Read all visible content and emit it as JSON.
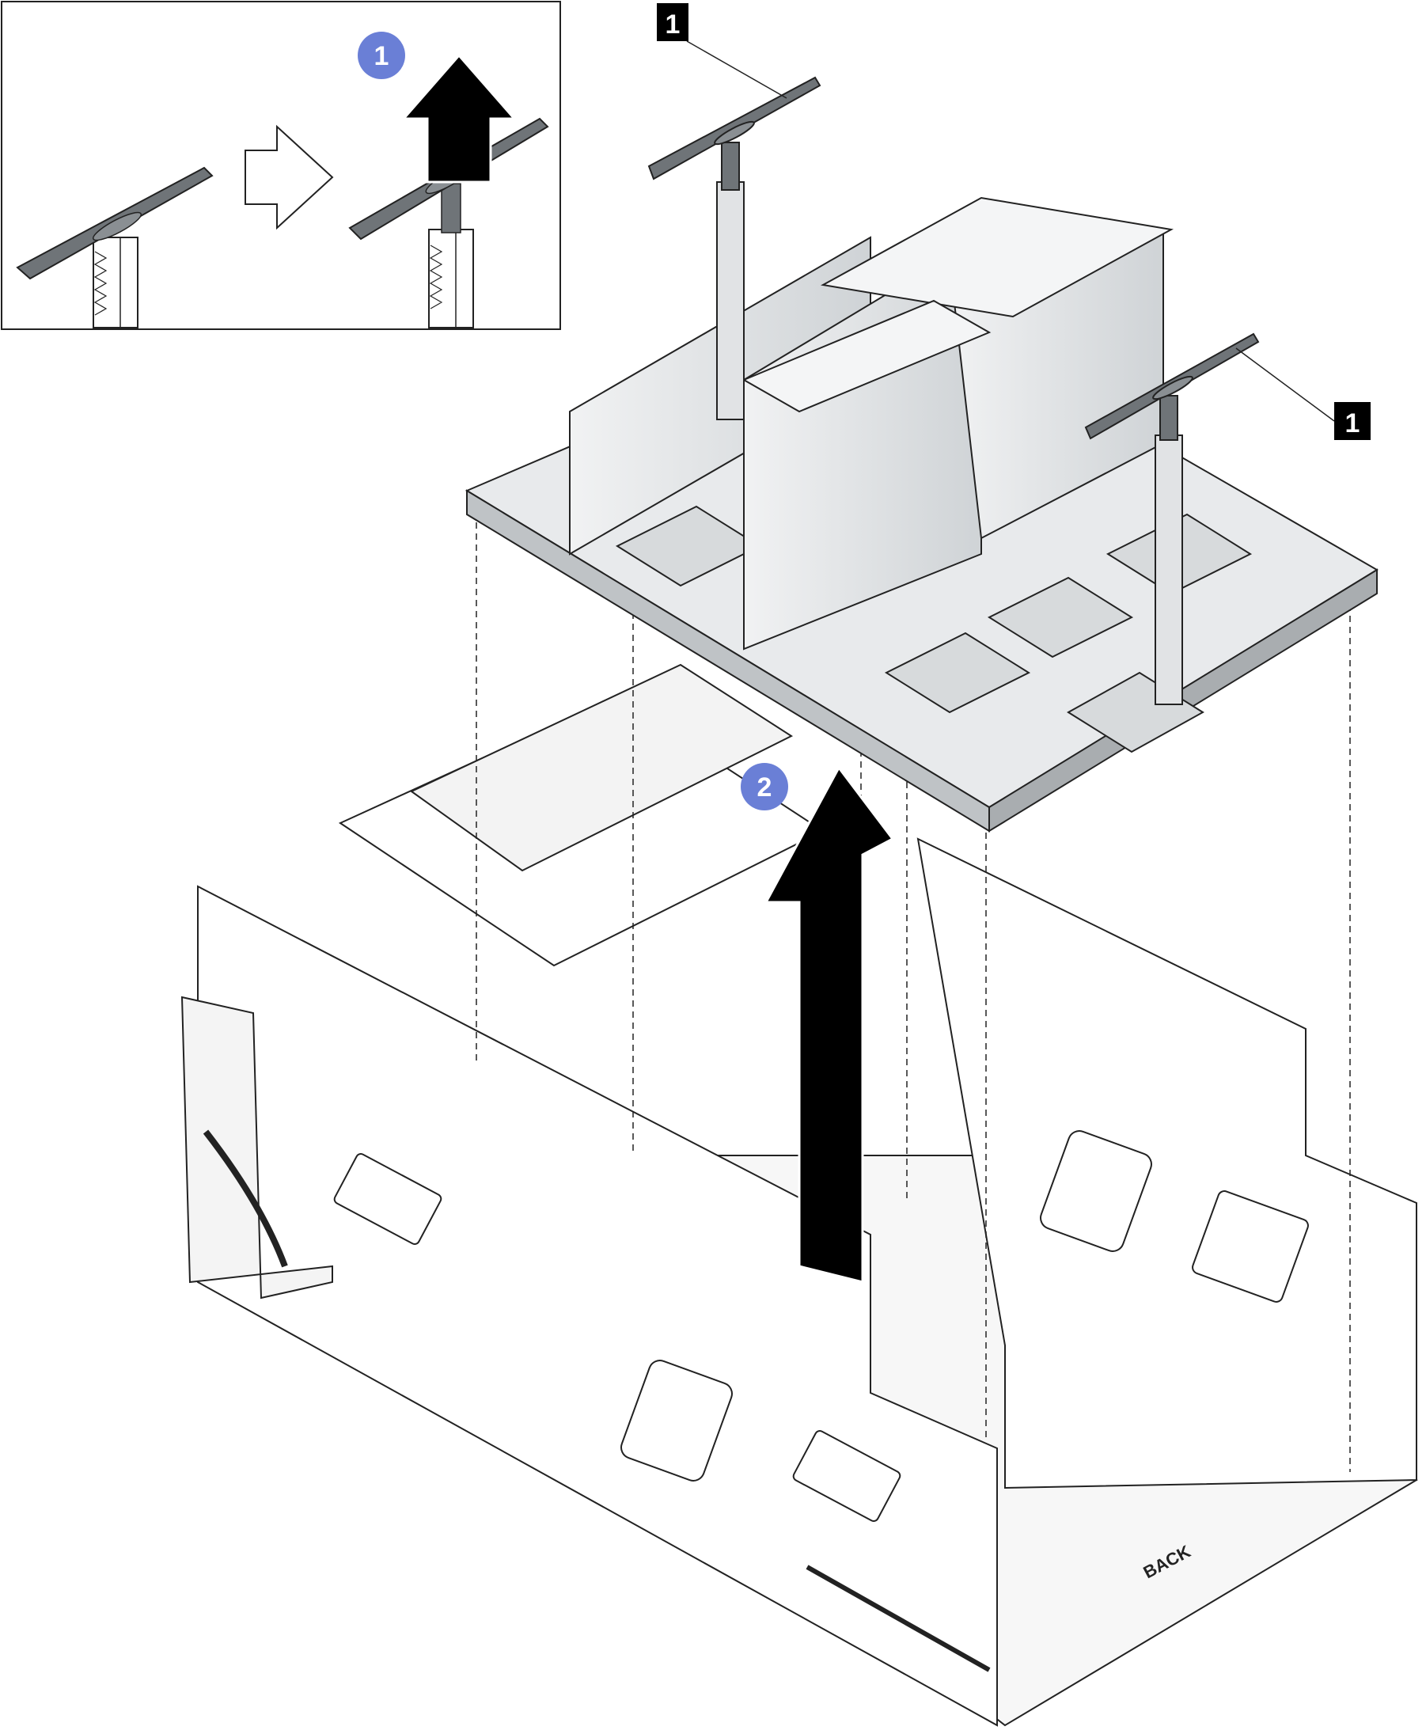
{
  "inset": {
    "step_badge": "1"
  },
  "main": {
    "step_badge": "2",
    "callout_left": "1",
    "callout_right": "1",
    "chassis_rear_label": "BACK"
  },
  "colors": {
    "badge_fill": "#6a7fd6",
    "handle_fill": "#6f7478",
    "part_fill": "#e6e8ea",
    "line": "#222222",
    "arrow": "#000000"
  },
  "icons": {
    "lift_arrow": "arrow-up-icon",
    "transition_arrow": "arrow-right-outline-icon"
  }
}
